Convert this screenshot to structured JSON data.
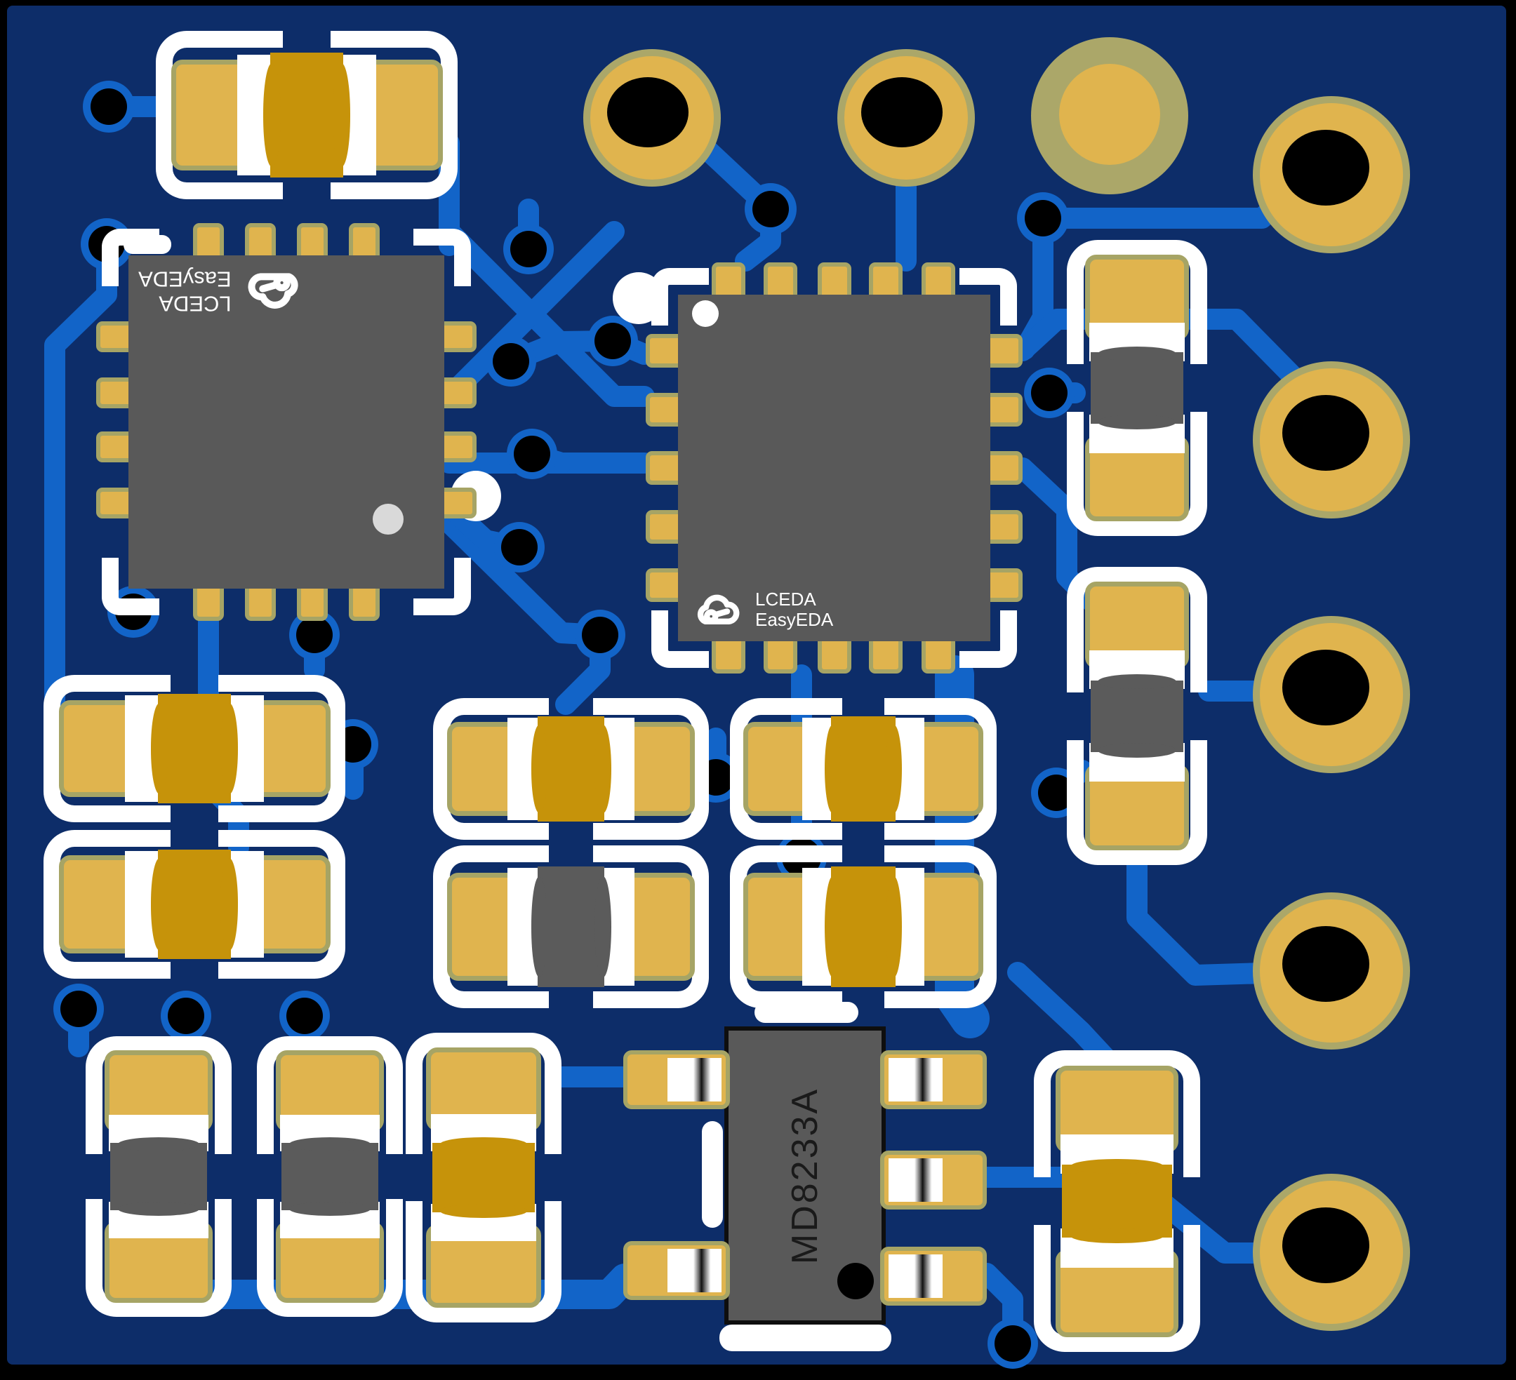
{
  "colors": {
    "edge": "#000000",
    "board": "#0D2D69",
    "trace": "#1264C8",
    "silk": "#FFFFFF",
    "gold": "#E0B44E",
    "olive": "#A6A465",
    "khaki": "#ABA769",
    "mustard": "#C6930A",
    "chip": "#595959",
    "graybody": "#5B5B5B",
    "lead": "#FFFFFF",
    "hole": "#000000",
    "dot_light": "#D9D9D9",
    "ic_text": "#1A1A1A"
  },
  "chips": {
    "left_chip": {
      "logo_line1": "LCEDA",
      "logo_line2": "EasyEDA"
    },
    "center_chip": {
      "logo_line1": "LCEDA",
      "logo_line2": "EasyEDA"
    },
    "driver_ic": {
      "label": "MD8233A"
    }
  }
}
